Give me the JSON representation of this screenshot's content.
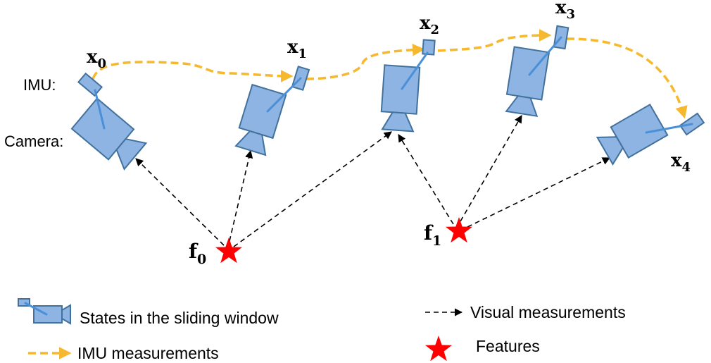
{
  "side_labels": {
    "imu": "IMU:",
    "camera": "Camera:"
  },
  "states": [
    {
      "base": "x",
      "sub": "0"
    },
    {
      "base": "x",
      "sub": "1"
    },
    {
      "base": "x",
      "sub": "2"
    },
    {
      "base": "x",
      "sub": "3"
    },
    {
      "base": "x",
      "sub": "4"
    }
  ],
  "features": [
    {
      "base": "f",
      "sub": "0"
    },
    {
      "base": "f",
      "sub": "1"
    }
  ],
  "legend": {
    "states": "States in the sliding window",
    "imu": "IMU measurements",
    "visual": "Visual measurements",
    "features": "Features"
  },
  "colors": {
    "camera_fill": "#8db4e2",
    "camera_stroke": "#41719c",
    "imu_arrow": "#f5b82e",
    "feature_star": "#ff0000",
    "visual_arrow": "#000000"
  }
}
